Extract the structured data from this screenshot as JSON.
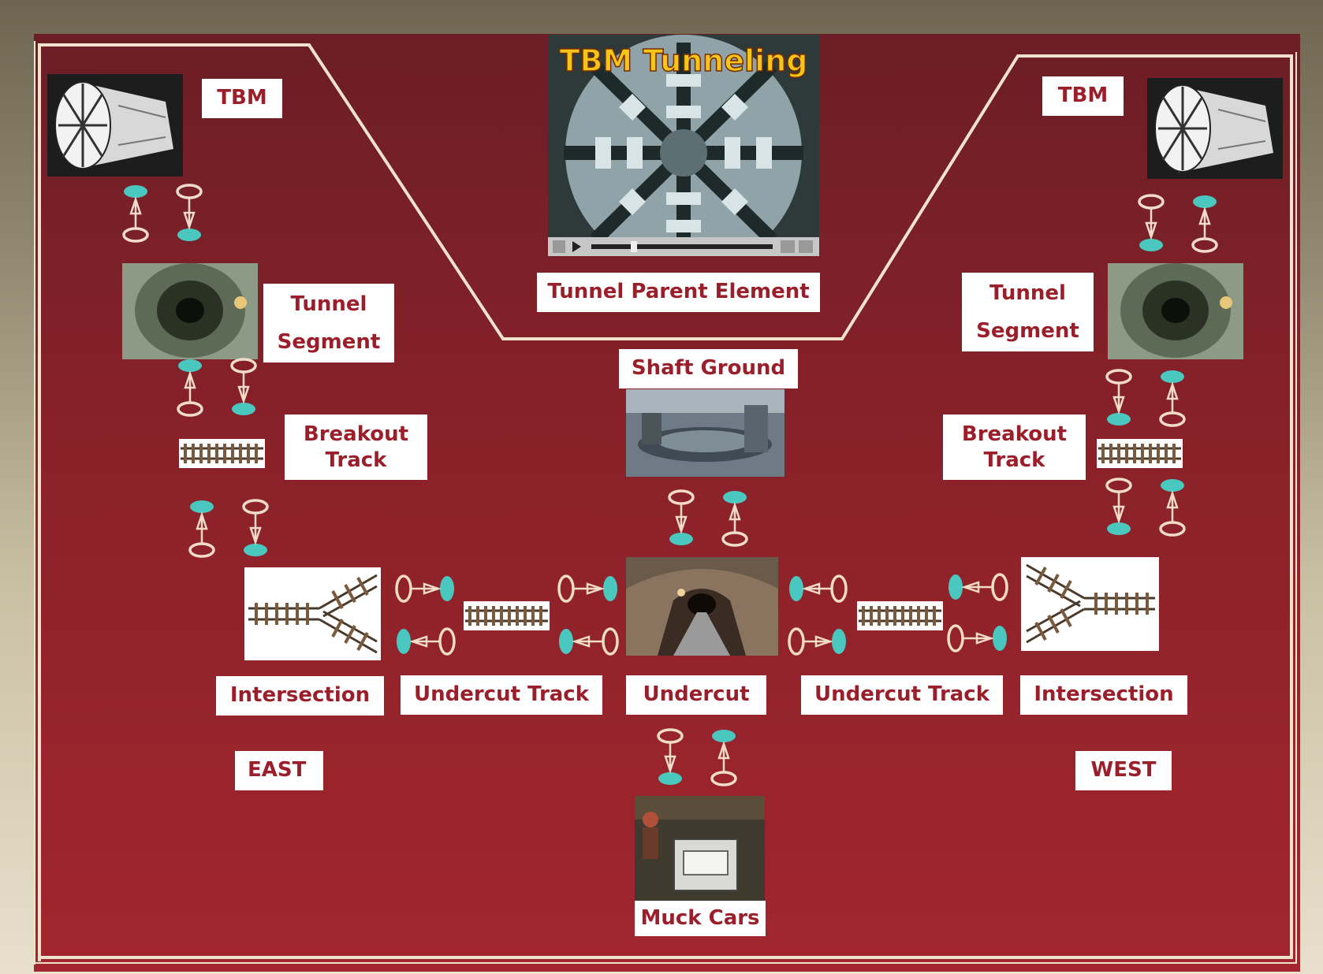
{
  "video_title": "TBM Tunneling",
  "labels": {
    "tbm_left": "TBM",
    "tbm_right": "TBM",
    "tunnel_parent": "Tunnel Parent Element",
    "tunnel_segment_left_1": "Tunnel",
    "tunnel_segment_left_2": "Segment",
    "tunnel_segment_right_1": "Tunnel",
    "tunnel_segment_right_2": "Segment",
    "shaft_ground": "Shaft Ground",
    "breakout_left_1": "Breakout",
    "breakout_left_2": "Track",
    "breakout_right_1": "Breakout",
    "breakout_right_2": "Track",
    "intersection_left": "Intersection",
    "intersection_right": "Intersection",
    "undercut_track_left": "Undercut Track",
    "undercut_track_right": "Undercut Track",
    "undercut": "Undercut",
    "east": "EAST",
    "west": "WEST",
    "muck_cars": "Muck Cars"
  },
  "colors": {
    "background_panel": "#8a2129",
    "label_text": "#9b1f2a",
    "connector_filled": "#4ac7bf",
    "connector_outline": "#f0dcc8",
    "frame_line": "#efe3cf"
  },
  "icons": {
    "connector_filled": "teal-ellipse",
    "connector_open": "open-ellipse",
    "arrow": "triangle-arrow"
  }
}
